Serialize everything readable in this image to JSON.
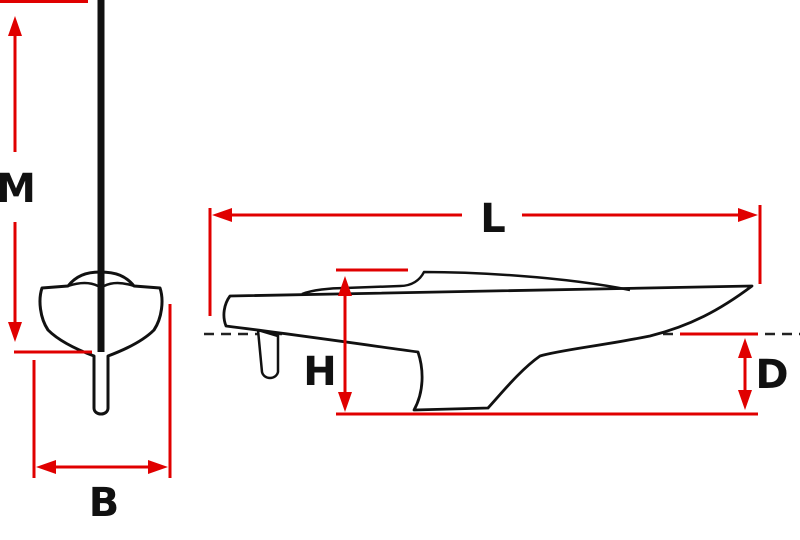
{
  "colors": {
    "dimension": "#e00000",
    "outline": "#111111",
    "waterline": "#222222",
    "background": "#ffffff"
  },
  "labels": {
    "mast_height": "M",
    "beam": "B",
    "length": "L",
    "hull_depth": "H",
    "draft": "D"
  }
}
